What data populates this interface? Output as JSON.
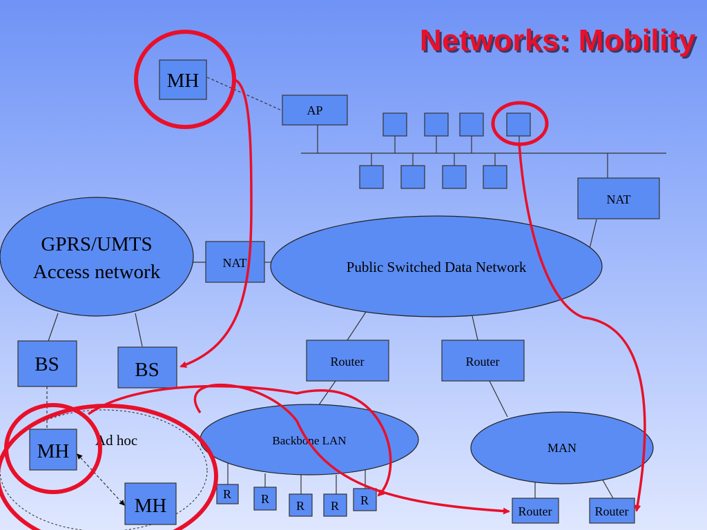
{
  "slide": {
    "title": "Networks: Mobility"
  },
  "labels": {
    "mh_top": "MH",
    "ap": "AP",
    "nat_right": "NAT",
    "gprs_line1": "GPRS/UMTS",
    "gprs_line2": "Access network",
    "nat_left": "NAT",
    "psdn": "Public Switched Data Network",
    "bs_left": "BS",
    "bs_right": "BS",
    "router_1": "Router",
    "router_2": "Router",
    "backbone": "Backbone LAN",
    "man": "MAN",
    "mh_adhoc_1": "MH",
    "mh_adhoc_2": "MH",
    "adhoc": "Ad hoc",
    "r_1": "R",
    "r_2": "R",
    "r_3": "R",
    "r_4": "R",
    "r_5": "R",
    "router_bottom_1": "Router",
    "router_bottom_2": "Router"
  },
  "colors": {
    "node_fill": "#5b8cf4",
    "highlight": "#e8102a",
    "title": "#e8102a"
  }
}
